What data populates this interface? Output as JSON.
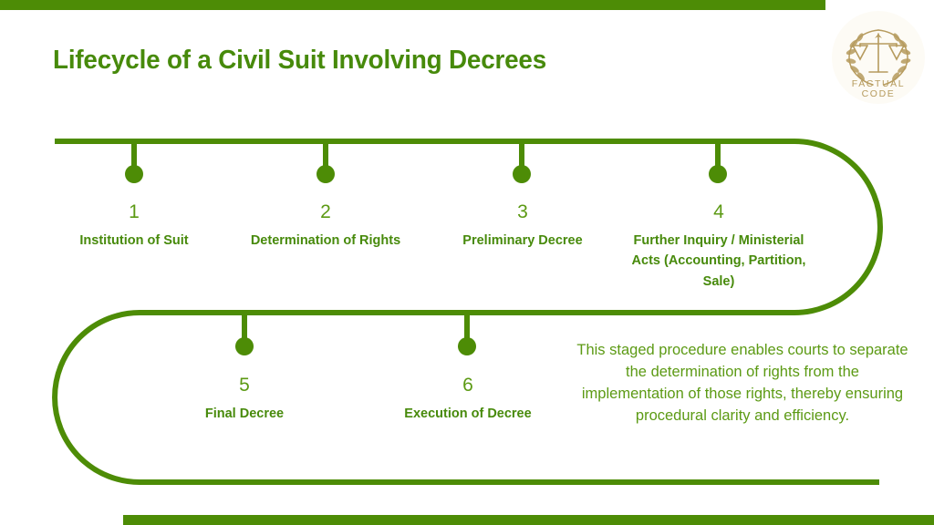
{
  "theme": {
    "green": "#4d8c06",
    "green_dark": "#478a0b",
    "green_light": "#5c9a14",
    "gold": "#b69b5e",
    "background": "#ffffff"
  },
  "header": {
    "title": "Lifecycle of a Civil Suit Involving Decrees"
  },
  "logo": {
    "name": "factual-code-logo",
    "line1": "FACTUAL",
    "line2": "CODE",
    "symbol": "scales-of-justice-with-laurel-wreath"
  },
  "timeline": {
    "type": "snake-timeline",
    "rows": 2,
    "steps": [
      {
        "number": "1",
        "label": "Institution of Suit"
      },
      {
        "number": "2",
        "label": "Determination of Rights"
      },
      {
        "number": "3",
        "label": "Preliminary Decree"
      },
      {
        "number": "4",
        "label": "Further Inquiry / Ministerial Acts (Accounting, Partition, Sale)"
      },
      {
        "number": "5",
        "label": "Final Decree"
      },
      {
        "number": "6",
        "label": "Execution of Decree"
      }
    ]
  },
  "summary": {
    "text": "This staged procedure enables courts to separate the determination of rights from the implementation of those rights, thereby ensuring procedural clarity and efficiency."
  }
}
